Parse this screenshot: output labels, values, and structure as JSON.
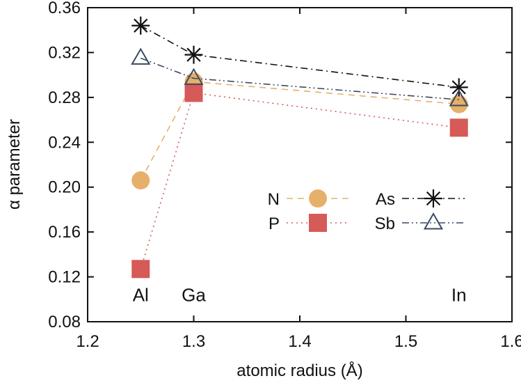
{
  "chart_data": {
    "type": "line",
    "title": "",
    "xlabel": "atomic radius (Å)",
    "ylabel": "α parameter",
    "xlim": [
      1.2,
      1.6
    ],
    "ylim": [
      0.08,
      0.36
    ],
    "x_ticks": [
      1.2,
      1.3,
      1.4,
      1.5,
      1.6
    ],
    "y_ticks": [
      0.08,
      0.12,
      0.16,
      0.2,
      0.24,
      0.28,
      0.32,
      0.36
    ],
    "x_tick_labels": [
      "1.2",
      "1.3",
      "1.4",
      "1.5",
      "1.6"
    ],
    "y_tick_labels": [
      "0.08",
      "0.12",
      "0.16",
      "0.20",
      "0.24",
      "0.28",
      "0.32",
      "0.36"
    ],
    "grid": false,
    "legend_position": "center-right",
    "x": [
      1.25,
      1.3,
      1.55
    ],
    "annotations": [
      {
        "text": "Al",
        "x": 1.25,
        "y": 0.104
      },
      {
        "text": "Ga",
        "x": 1.3,
        "y": 0.104
      },
      {
        "text": "In",
        "x": 1.55,
        "y": 0.104
      }
    ],
    "series": [
      {
        "name": "N",
        "values": [
          0.206,
          0.294,
          0.274
        ],
        "color": "#e6b06a",
        "marker": "circle",
        "dash": "dashed"
      },
      {
        "name": "P",
        "values": [
          0.127,
          0.284,
          0.253
        ],
        "color": "#d65a57",
        "marker": "square",
        "dash": "dotted"
      },
      {
        "name": "As",
        "values": [
          0.344,
          0.318,
          0.289
        ],
        "color": "#111111",
        "marker": "asterisk",
        "dash": "dash-dot"
      },
      {
        "name": "Sb",
        "values": [
          0.315,
          0.297,
          0.278
        ],
        "color": "#3a4a63",
        "marker": "triangle",
        "dash": "dash-dot-dot"
      }
    ]
  }
}
